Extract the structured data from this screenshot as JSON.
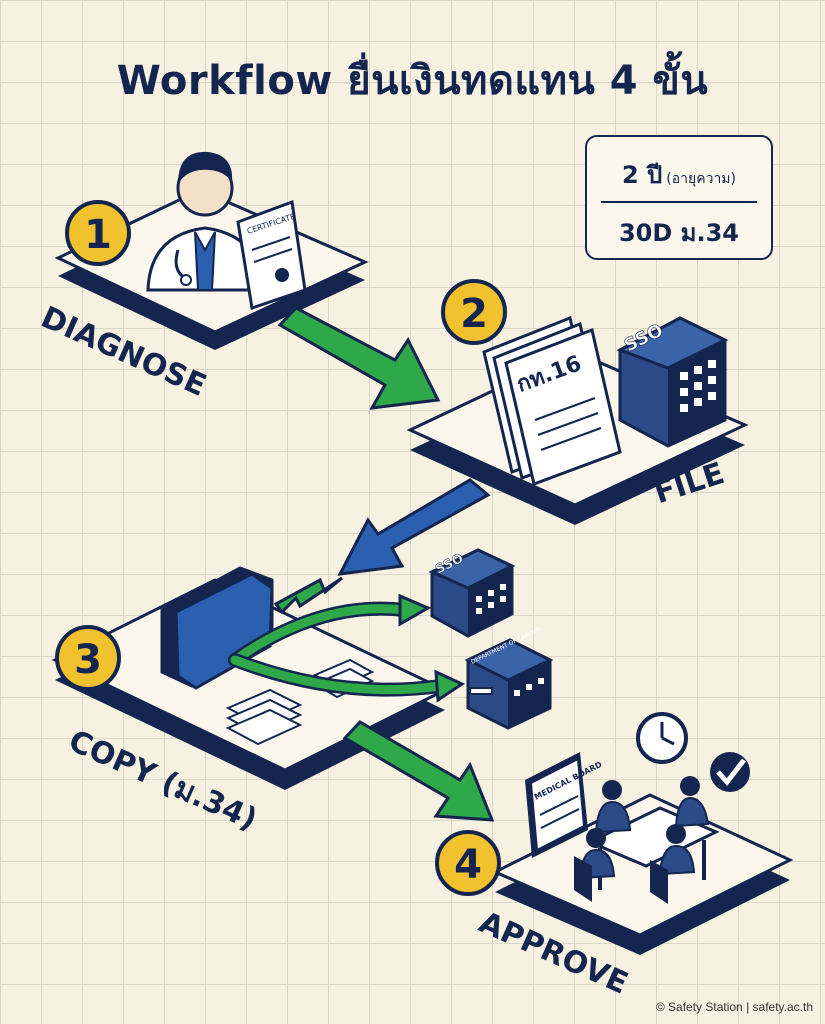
{
  "title": "Workflow ยื่นเงินทดแทน 4 ขั้น",
  "info_box": {
    "line1_main": "2 ปี",
    "line1_note": "(อายุความ)",
    "line2": "30D ม.34"
  },
  "steps": [
    {
      "number": "1",
      "label": "DIAGNOSE",
      "doc_text": "CERTIFICATE"
    },
    {
      "number": "2",
      "label": "FILE",
      "doc_text": "กท.16",
      "building_text": "SSO"
    },
    {
      "number": "3",
      "label": "COPY (ม.34)",
      "building_text": "SSO",
      "building2_text": "DEPARTMENT OF LABOUR"
    },
    {
      "number": "4",
      "label": "APPROVE",
      "doc_text": "MEDICAL BOARD"
    }
  ],
  "credit": "© Safety Station | safety.ac.th",
  "colors": {
    "navy": "#14264f",
    "green": "#2fa84a",
    "blue": "#2b5fb0",
    "yellow": "#f2c12e",
    "platform_top": "#fbf7ec"
  }
}
